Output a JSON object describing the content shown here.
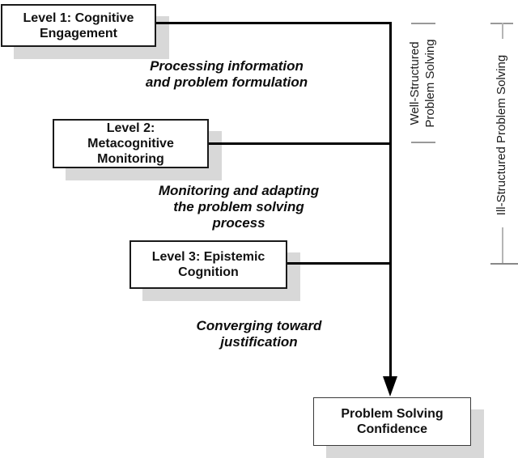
{
  "colors": {
    "background": "#ffffff",
    "connector_line": "#000000",
    "box_border": "#1a1a1a",
    "box_shadow": "#d8d8d8",
    "bracket_tick": "#999999",
    "text": "#111111"
  },
  "boxes": {
    "level1": {
      "lines": [
        "Level 1: Cognitive",
        "Engagement"
      ]
    },
    "level2": {
      "lines": [
        "Level 2:",
        "Metacognitive",
        "Monitoring"
      ]
    },
    "level3": {
      "lines": [
        "Level 3: Epistemic",
        "Cognition"
      ]
    },
    "confidence": {
      "lines": [
        "Problem Solving",
        "Confidence"
      ]
    }
  },
  "captions": {
    "processing": {
      "lines": [
        "Processing information",
        "and problem formulation"
      ]
    },
    "monitoring": {
      "lines": [
        "Monitoring and adapting",
        "the problem solving",
        "process"
      ]
    },
    "converging": {
      "lines": [
        "Converging toward",
        "justification"
      ]
    }
  },
  "side_labels": {
    "well_structured": {
      "lines": [
        "Well-Structured",
        "Problem Solving"
      ]
    },
    "ill_structured": {
      "label": "Ill-Structured Problem Solving"
    }
  }
}
